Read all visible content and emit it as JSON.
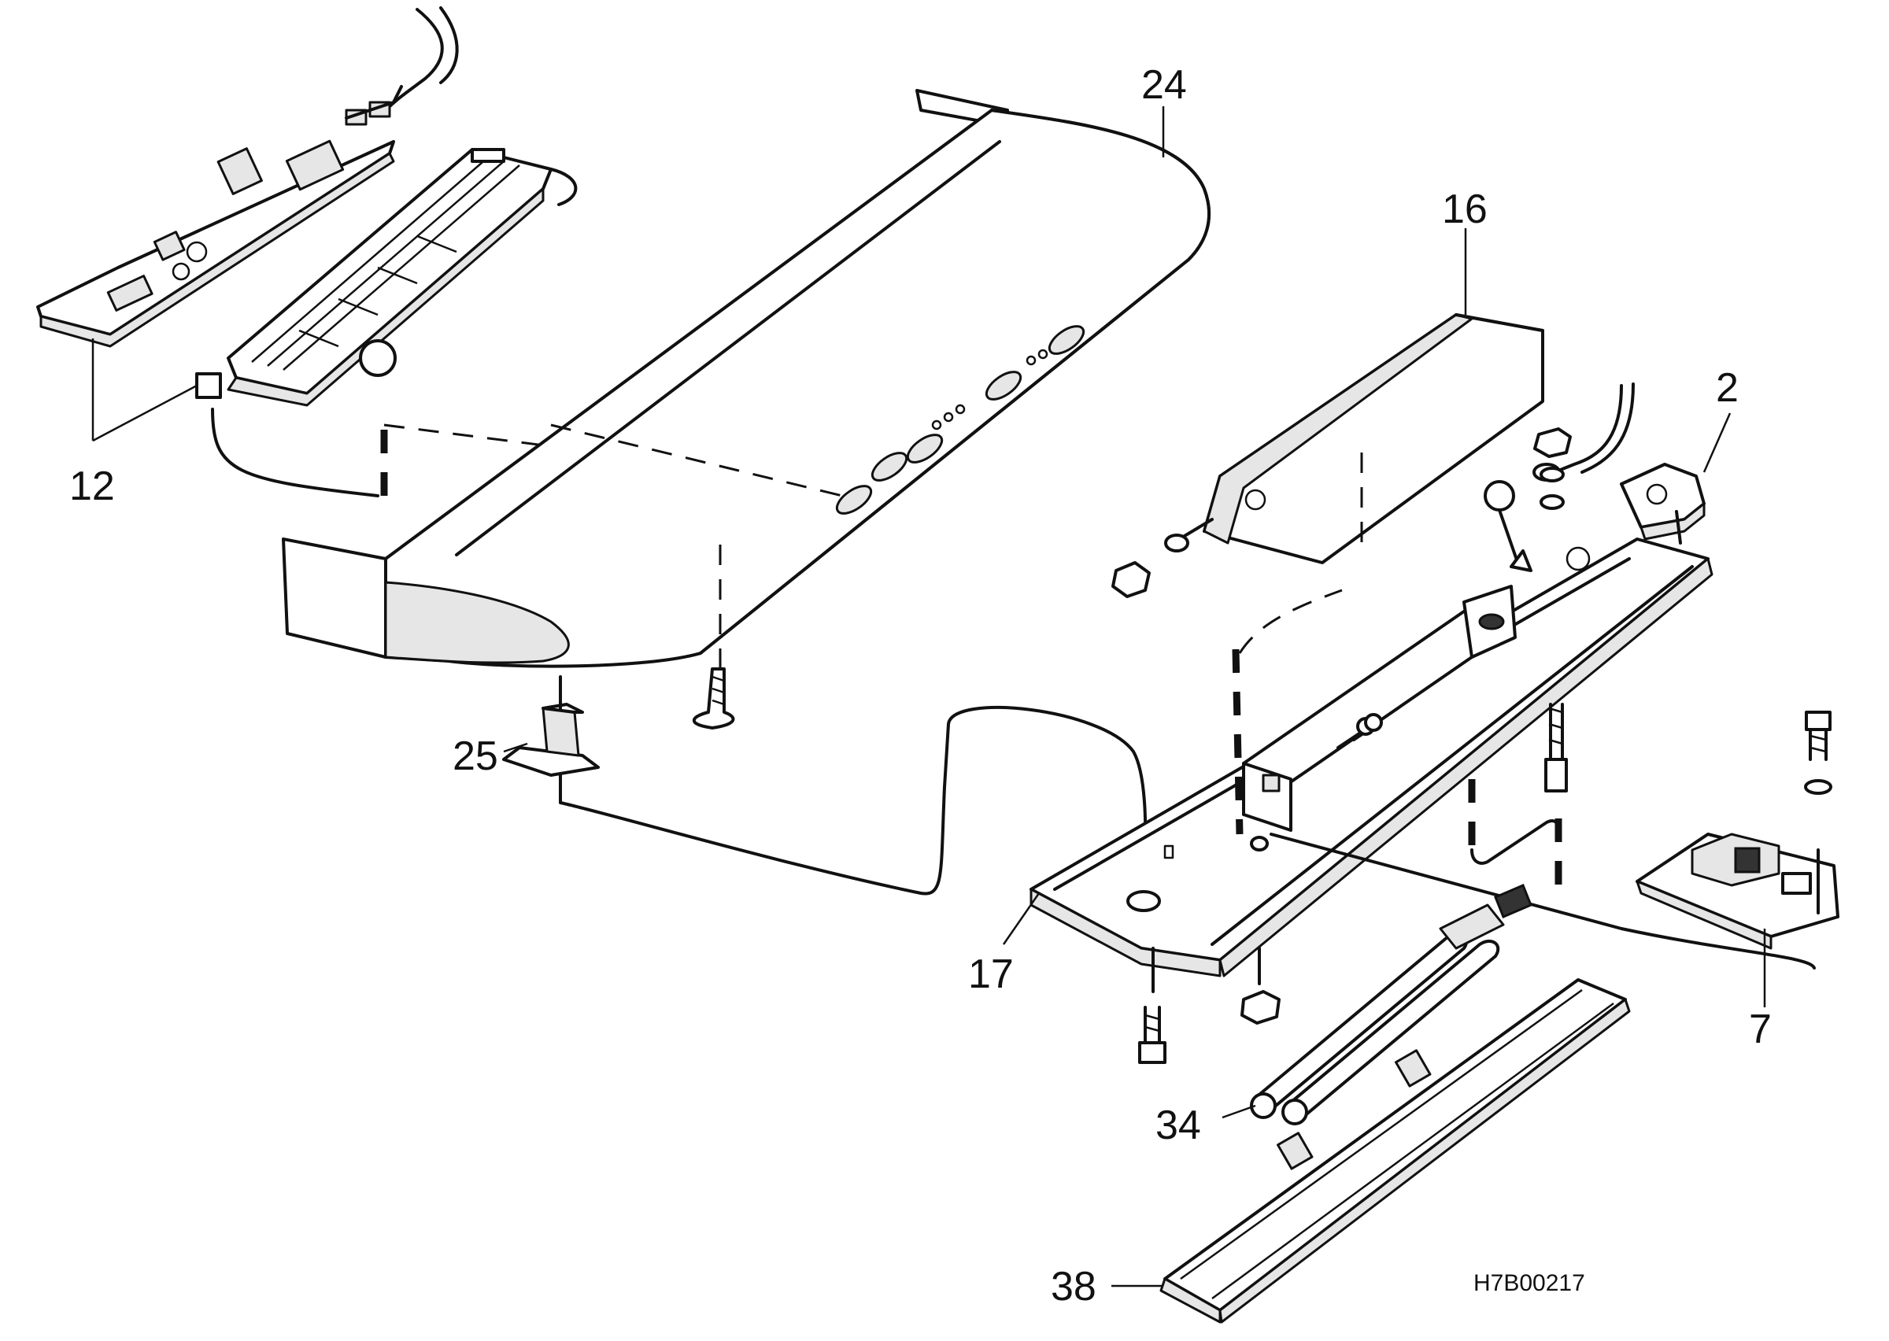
{
  "labels": {
    "p24": "24",
    "p16": "16",
    "p2": "2",
    "p12": "12",
    "p25": "25",
    "p17": "17",
    "p7": "7",
    "p34": "34",
    "p38": "38"
  },
  "drawing_code": "H7B00217",
  "colors": {
    "ink": "#111111",
    "background": "#ffffff",
    "shade": "#e6e6e6"
  }
}
